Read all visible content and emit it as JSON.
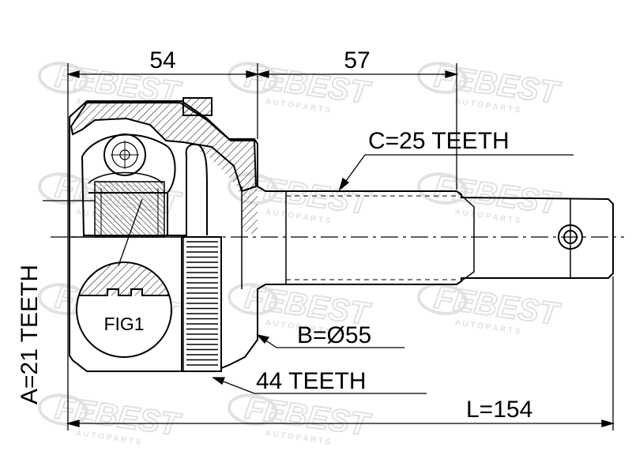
{
  "watermark": {
    "brand": "FEBEST",
    "tagline": "A U T O   P A R T S",
    "color": "#c9c9c9"
  },
  "dimensions": {
    "length_outer": "54",
    "length_shaft": "57",
    "total_length": "L=154"
  },
  "labels": {
    "spline_c": "C=25 TEETH",
    "spline_a": "A=21 TEETH",
    "diameter_b": "B=Ø55",
    "abs_ring": "44 TEETH",
    "detail": "FIG1"
  }
}
